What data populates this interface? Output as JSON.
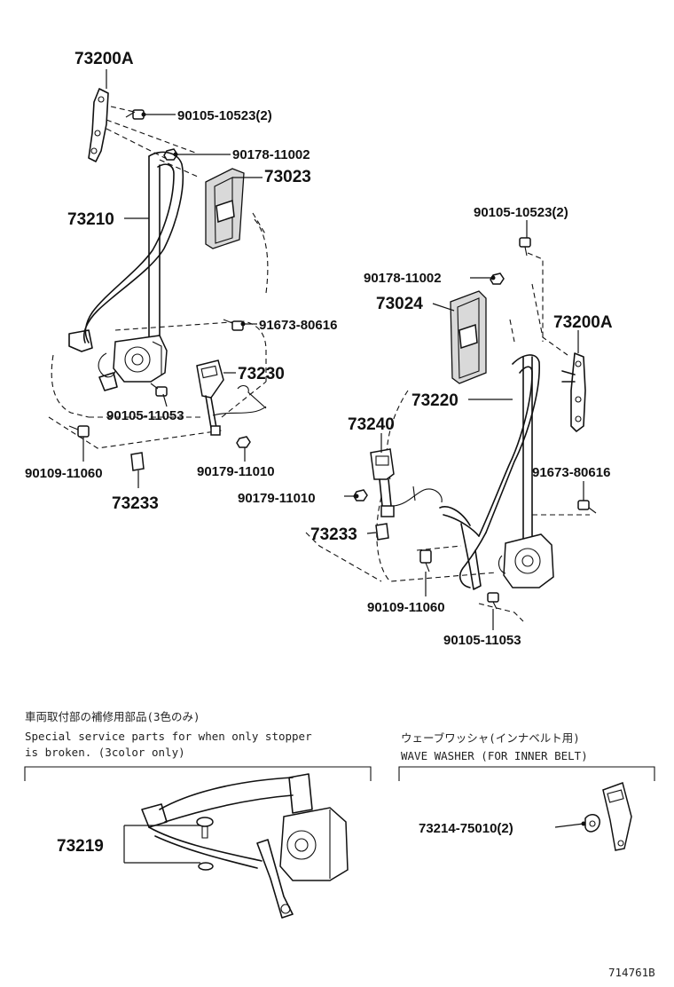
{
  "labels": {
    "l_73200A_left": "73200A",
    "l_90105_10523_left": "90105-10523(2)",
    "l_90178_11002_left": "90178-11002",
    "l_73023": "73023",
    "l_73210": "73210",
    "l_91673_80616_left": "91673-80616",
    "l_73230": "73230",
    "l_90105_11053_left": "90105-11053",
    "l_90179_11010_left": "90179-11010",
    "l_90109_11060_left": "90109-11060",
    "l_73233_left": "73233",
    "l_90105_10523_right": "90105-10523(2)",
    "l_90178_11002_right": "90178-11002",
    "l_73024": "73024",
    "l_73200A_right": "73200A",
    "l_73220": "73220",
    "l_73240": "73240",
    "l_91673_80616_right": "91673-80616",
    "l_90179_11010_right": "90179-11010",
    "l_73233_right": "73233",
    "l_90109_11060_right": "90109-11060",
    "l_90105_11053_right": "90105-11053",
    "l_73219": "73219",
    "l_73214_75010": "73214-75010(2)"
  },
  "notes": {
    "jp_special": "車両取付部の補修用部品(3色のみ)",
    "en_special_1": "Special service parts for when only stopper",
    "en_special_2": " is broken. (3color only)",
    "jp_washer": "ウェーブワッシャ(インナベルト用)",
    "en_washer": "WAVE WASHER (FOR INNER BELT)"
  },
  "figure_id": "714761B"
}
